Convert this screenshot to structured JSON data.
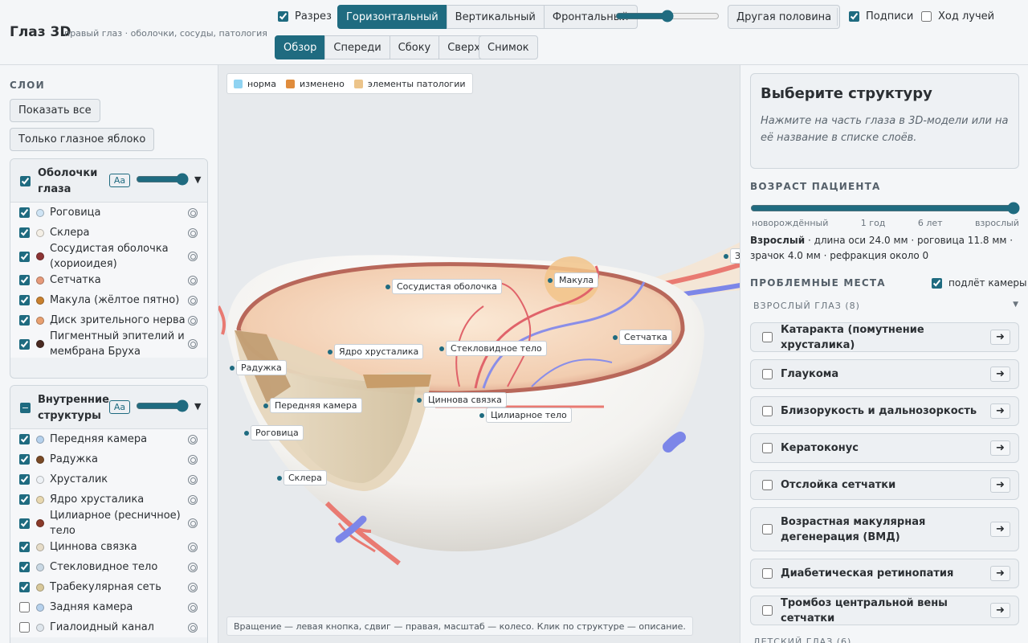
{
  "app": {
    "title": "Глаз 3D",
    "subtitle": "правый глаз · оболочки, сосуды, патология"
  },
  "toolbar": {
    "cut_label": "Разрез",
    "cut_modes": [
      "Горизонтальный",
      "Вертикальный",
      "Фронтальный"
    ],
    "cut_active": "Горизонтальный",
    "cut_depth": 0.5,
    "other_half": "Другая половина",
    "captions_label": "Подписи",
    "rays_label": "Ход лучей",
    "views": [
      "Обзор",
      "Спереди",
      "Сбоку",
      "Сверху"
    ],
    "view_active": "Обзор",
    "snapshot": "Снимок"
  },
  "layers": {
    "title": "СЛОИ",
    "show_all": "Показать все",
    "only_eyeball": "Только глазное яблоко",
    "aa": "Aa",
    "groups": [
      {
        "name": "Оболочки глаза",
        "opacity": 1,
        "items": [
          {
            "name": "Роговица",
            "color": "#cfe4f5",
            "on": true
          },
          {
            "name": "Склера",
            "color": "#f4efe6",
            "on": true
          },
          {
            "name": "Сосудистая оболочка (хориоидея)",
            "color": "#8d3434",
            "on": true
          },
          {
            "name": "Сетчатка",
            "color": "#e69a7a",
            "on": true
          },
          {
            "name": "Макула (жёлтое пятно)",
            "color": "#c9802e",
            "on": true
          },
          {
            "name": "Диск зрительного нерва",
            "color": "#e8a070",
            "on": true
          },
          {
            "name": "Пигментный эпителий и мембрана Бруха",
            "color": "#4a2a22",
            "on": true
          }
        ]
      },
      {
        "name": "Внутренние структуры",
        "opacity": 1,
        "items": [
          {
            "name": "Передняя камера",
            "color": "#b6d1ec",
            "on": true
          },
          {
            "name": "Радужка",
            "color": "#7a4a26",
            "on": true
          },
          {
            "name": "Хрусталик",
            "color": "#eef2f6",
            "on": true
          },
          {
            "name": "Ядро хрусталика",
            "color": "#e8d8b0",
            "on": true
          },
          {
            "name": "Цилиарное (ресничное) тело",
            "color": "#8a3a2a",
            "on": true
          },
          {
            "name": "Циннова связка",
            "color": "#e6dcc8",
            "on": true
          },
          {
            "name": "Стекловидное тело",
            "color": "#c9d8e4",
            "on": true
          },
          {
            "name": "Трабекулярная сеть",
            "color": "#d8c89a",
            "on": true
          },
          {
            "name": "Задняя камера",
            "color": "#b6d1ec",
            "on": false
          },
          {
            "name": "Гиалоидный канал",
            "color": "#dfe6ec",
            "on": false
          }
        ]
      }
    ]
  },
  "legend": [
    {
      "label": "норма",
      "color": "#8fd3f2"
    },
    {
      "label": "изменено",
      "color": "#e08c3c"
    },
    {
      "label": "элементы патологии",
      "color": "#ecc48a"
    }
  ],
  "viewport": {
    "labels": [
      "Сосудистая оболочка",
      "Макула",
      "Сетчатка",
      "Ядро хрусталика",
      "Стекловидное тело",
      "Радужка",
      "Цинновa связка",
      "Передняя камера",
      "Цилиарное тело",
      "Роговица",
      "Склера",
      "З"
    ],
    "hint": "Вращение — левая кнопка, сдвиг — правая, масштаб — колесо. Клик по структуре — описание."
  },
  "info": {
    "title": "Выберите структуру",
    "text": "Нажмите на часть глаза в 3D-модели или на её название в списке слоёв."
  },
  "age": {
    "title": "ВОЗРАСТ ПАЦИЕНТА",
    "value": 1,
    "ticks": [
      "новорождённый",
      "1 год",
      "6 лет",
      "взрослый"
    ],
    "summary_bold": "Взрослый",
    "summary": "· длина оси 24.0 мм · роговица 11.8 мм · зрачок 4.0 мм · рефракция около 0"
  },
  "problems": {
    "title": "ПРОБЛЕМНЫЕ МЕСТА",
    "camera_label": "подлёт камеры",
    "adult_header": "ВЗРОСЛЫЙ ГЛАЗ (8)",
    "child_header": "ДЕТСКИЙ ГЛАЗ (6)",
    "items": [
      "Катаракта (помутнение хрусталика)",
      "Глаукома",
      "Близорукость и дальнозоркость",
      "Кератоконус",
      "Отслойка сетчатки",
      "Возрастная макулярная дегенерация (ВМД)",
      "Диабетическая ретинопатия",
      "Тромбоз центральной вены сетчатки"
    ]
  }
}
